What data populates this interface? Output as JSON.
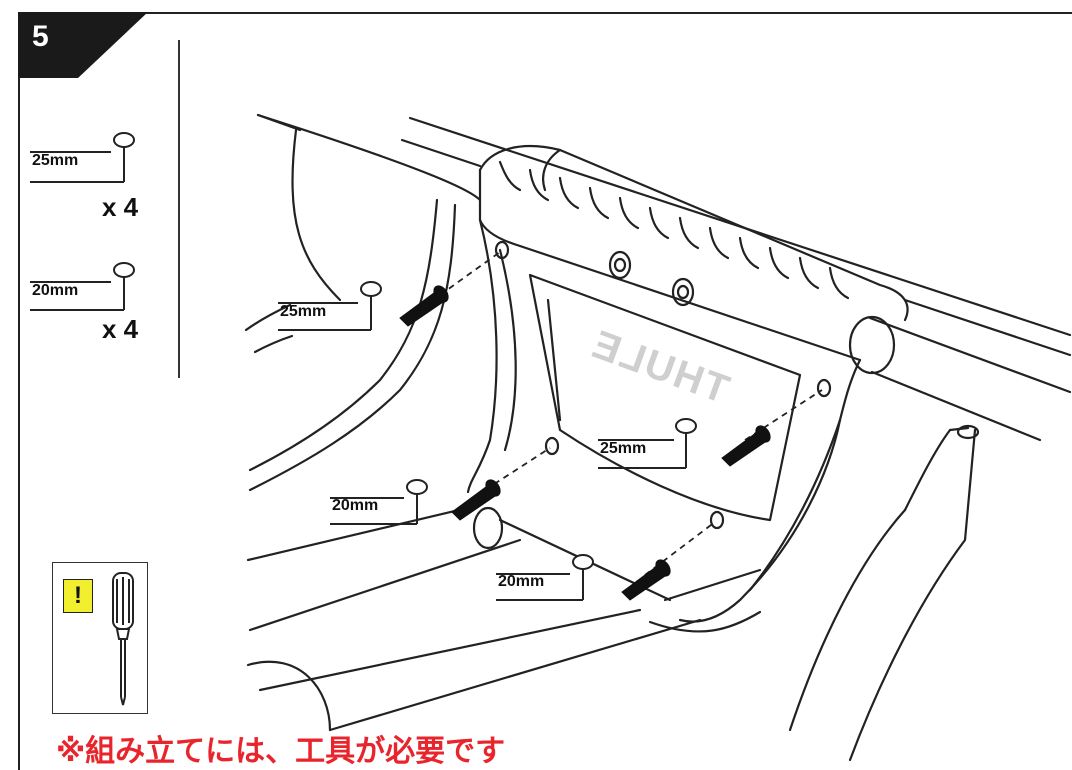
{
  "step": {
    "number": "5"
  },
  "legend": {
    "items": [
      {
        "size": "25mm",
        "qty": "x 4"
      },
      {
        "size": "20mm",
        "qty": "x 4"
      }
    ]
  },
  "callouts": [
    "25mm",
    "25mm",
    "20mm",
    "20mm"
  ],
  "brand_logo": "THULE",
  "tool": {
    "warning_symbol": "!",
    "icon": "screwdriver-icon"
  },
  "note": "※組み立てには、工具が必要です",
  "colors": {
    "note_text": "#e8242c",
    "warning_bg": "#f2ef2e",
    "line": "#222222"
  }
}
